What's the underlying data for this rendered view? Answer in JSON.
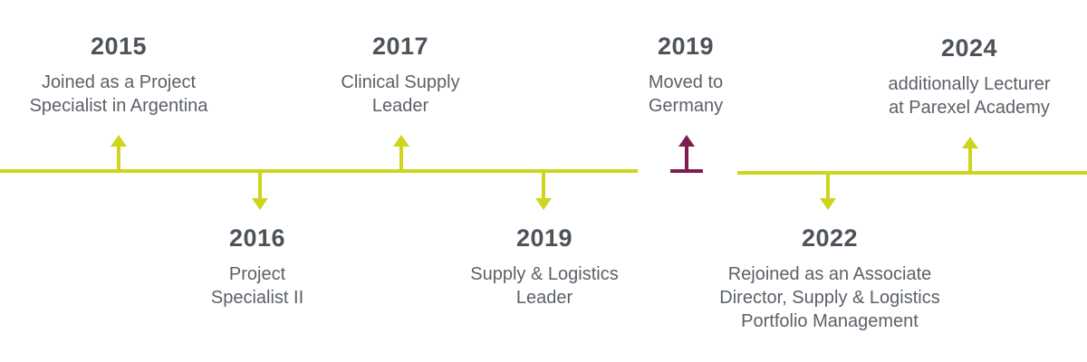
{
  "colors": {
    "line": "#cfd51c",
    "highlight": "#7d1e53",
    "year_text": "#4d535b",
    "desc_text": "#5b6169"
  },
  "events": [
    {
      "year": "2015",
      "line1": "Joined as a Project",
      "line2": "Specialist in Argentina",
      "line3": ""
    },
    {
      "year": "2016",
      "line1": "Project",
      "line2": "Specialist II",
      "line3": ""
    },
    {
      "year": "2017",
      "line1": "Clinical Supply",
      "line2": "Leader",
      "line3": ""
    },
    {
      "year": "2019",
      "line1": "Supply & Logistics",
      "line2": "Leader",
      "line3": ""
    },
    {
      "year": "2019",
      "line1": "Moved to",
      "line2": "Germany",
      "line3": ""
    },
    {
      "year": "2022",
      "line1": "Rejoined as an Associate",
      "line2": "Director, Supply & Logistics",
      "line3": "Portfolio Management"
    },
    {
      "year": "2024",
      "line1": "additionally Lecturer",
      "line2": "at Parexel Academy",
      "line3": ""
    }
  ]
}
